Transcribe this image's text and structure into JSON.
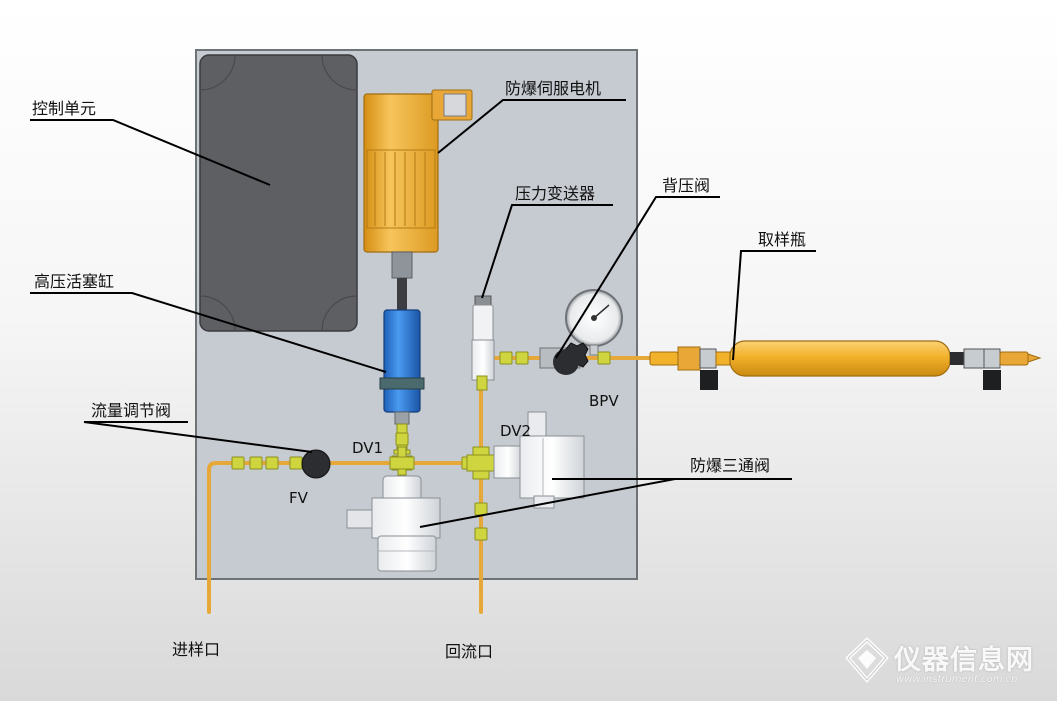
{
  "labels": {
    "control_unit": "控制单元",
    "servo_motor": "防爆伺服电机",
    "pressure_transmitter": "压力变送器",
    "back_pressure_valve": "背压阀",
    "sampling_bottle": "取样瓶",
    "piston_cylinder": "高压活塞缸",
    "flow_valve": "流量调节阀",
    "three_way_valve": "防爆三通阀",
    "inlet": "进样口",
    "return_port": "回流口"
  },
  "codes": {
    "dv1": "DV1",
    "dv2": "DV2",
    "fv": "FV",
    "bpv": "BPV"
  },
  "watermark": {
    "name": "仪器信息网",
    "url": "www.instrument.com.cn"
  },
  "colors": {
    "panel": "#c6cbd1",
    "control_box": "#5e5f63",
    "motor": "#efb13c",
    "cylinder": "#2c7be0",
    "tubing": "#e7a83a",
    "fitting": "#c9d13a",
    "bottle": "#f2b12b",
    "knob": "#2b2d30"
  }
}
